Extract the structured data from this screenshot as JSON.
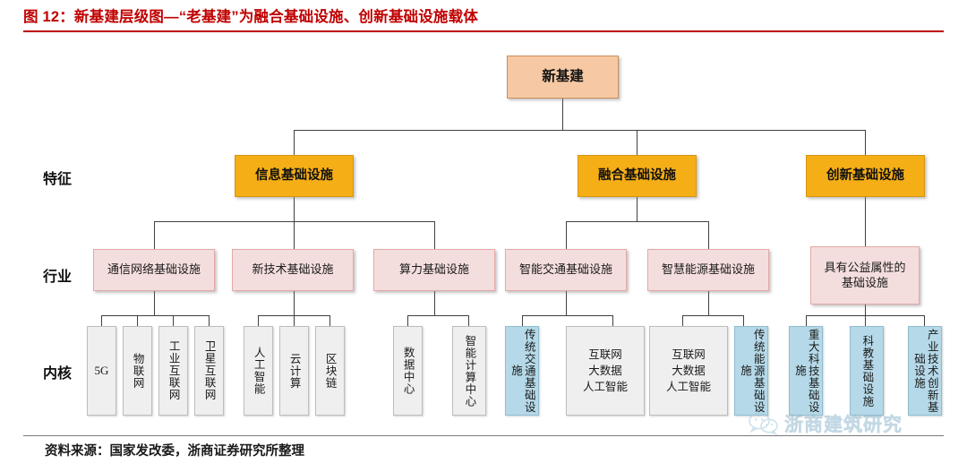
{
  "figure": {
    "title": "图 12：新基建层级图—“老基建”为融合基础设施、创新基础设施载体",
    "source": "资料来源：国家发改委，浙商证券研究所整理",
    "watermark": "浙商建筑研究",
    "colors": {
      "title_red": "#c00000",
      "root_fill": "#f6c9a4",
      "level2_fill": "#f5ae16",
      "level3_fill": "#f4dedd",
      "leaf_fill": "#efefef",
      "leaf_blue_fill": "#b5d9e8",
      "connector": "#404040"
    }
  },
  "row_labels": [
    {
      "id": "features",
      "label": "特征"
    },
    {
      "id": "industry",
      "label": "行业"
    },
    {
      "id": "core",
      "label": "内核"
    }
  ],
  "tree": {
    "root": {
      "label": "新基建"
    },
    "level2": [
      {
        "id": "info",
        "label": "信息基础设施"
      },
      {
        "id": "integrated",
        "label": "融合基础设施"
      },
      {
        "id": "innovation",
        "label": "创新基础设施"
      }
    ],
    "level3": [
      {
        "id": "comm-net",
        "parent": "info",
        "label": "通信网络基础设施"
      },
      {
        "id": "new-tech",
        "parent": "info",
        "label": "新技术基础设施"
      },
      {
        "id": "computing",
        "parent": "info",
        "label": "算力基础设施"
      },
      {
        "id": "smart-trans",
        "parent": "integrated",
        "label": "智能交通基础设施"
      },
      {
        "id": "smart-energy",
        "parent": "integrated",
        "label": "智慧能源基础设施"
      },
      {
        "id": "public-good",
        "parent": "innovation",
        "label_line1": "具有公益属性的",
        "label_line2": "基础设施"
      }
    ],
    "leaves": [
      {
        "id": "5g",
        "parent": "comm-net",
        "label": "5G",
        "orientation": "latin"
      },
      {
        "id": "iot",
        "parent": "comm-net",
        "label": "物联网",
        "orientation": "vertical"
      },
      {
        "id": "industrial-iot",
        "parent": "comm-net",
        "label": "工业互联网",
        "orientation": "vertical"
      },
      {
        "id": "satellite-iot",
        "parent": "comm-net",
        "label": "卫星互联网",
        "orientation": "vertical"
      },
      {
        "id": "ai",
        "parent": "new-tech",
        "label": "人工智能",
        "orientation": "vertical"
      },
      {
        "id": "cloud",
        "parent": "new-tech",
        "label": "云计算",
        "orientation": "vertical"
      },
      {
        "id": "blockchain",
        "parent": "new-tech",
        "label": "区块链",
        "orientation": "vertical"
      },
      {
        "id": "data-center",
        "parent": "computing",
        "label": "数据中心",
        "orientation": "vertical"
      },
      {
        "id": "smart-compute",
        "parent": "computing",
        "label": "智能计算中心",
        "orientation": "vertical-2col"
      },
      {
        "id": "legacy-transport",
        "parent": "smart-trans",
        "label": "传统交通基础设施",
        "orientation": "vertical-2col",
        "blue": true
      },
      {
        "id": "trans-tech",
        "parent": "smart-trans",
        "label": "互联网\n大数据\n人工智能",
        "orientation": "horizontal"
      },
      {
        "id": "energy-tech",
        "parent": "smart-energy",
        "label": "互联网\n大数据\n人工智能",
        "orientation": "horizontal"
      },
      {
        "id": "legacy-energy",
        "parent": "smart-energy",
        "label": "传统能源基础设施",
        "orientation": "vertical-2col",
        "blue": true
      },
      {
        "id": "major-sci",
        "parent": "public-good",
        "label": "重大科技基础设施",
        "orientation": "vertical-2col",
        "blue": true
      },
      {
        "id": "edu-sci",
        "parent": "public-good",
        "label": "科教基础设施",
        "orientation": "vertical-2col",
        "blue": true
      },
      {
        "id": "industry-innov",
        "parent": "public-good",
        "label": "产业技术创新基础设施",
        "orientation": "vertical-2col",
        "blue": true
      }
    ]
  }
}
